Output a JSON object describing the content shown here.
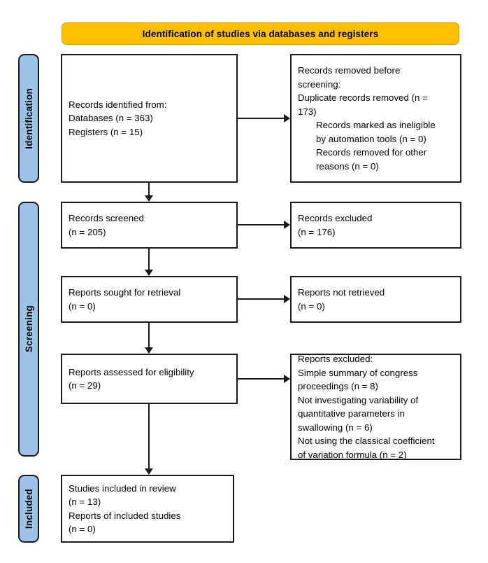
{
  "diagram": {
    "title": "PRISMA flow diagram",
    "colors": {
      "banner": "#FFC000",
      "stage_bar": "#9DC3E6",
      "outline": "#1A1A1A",
      "box_fill": "#FFFFFF"
    }
  },
  "banner": {
    "label": "Identification of studies via databases and registers"
  },
  "stages": [
    {
      "id": "identification",
      "label": "Identification"
    },
    {
      "id": "screening",
      "label": "Screening"
    },
    {
      "id": "included",
      "label": "Included"
    }
  ],
  "boxes": {
    "identified": {
      "lines": [
        "Records identified from:",
        "Databases (n = 363)",
        "Registers (n = 15)"
      ]
    },
    "removed": {
      "lines": [
        "Records removed before",
        "screening:",
        "Duplicate records removed (n =",
        "173)"
      ],
      "indented_lines": [
        "Records marked as ineligible",
        "by automation tools (n = 0)",
        "Records removed for other",
        "reasons (n = 0)"
      ]
    },
    "screened": {
      "lines": [
        "Records screened",
        "(n = 205)"
      ]
    },
    "excluded": {
      "lines": [
        "Records excluded",
        "(n = 176)"
      ]
    },
    "sought": {
      "lines": [
        "Reports sought for retrieval",
        "(n = 0)"
      ]
    },
    "not_retrieved": {
      "lines": [
        "Reports not retrieved",
        "(n = 0)"
      ]
    },
    "assessed": {
      "lines": [
        "Reports assessed for eligibility",
        "(n = 29)"
      ]
    },
    "reports_excluded": {
      "lines": [
        "Reports excluded:",
        "Simple summary of congress",
        "proceedings (n = 8)",
        "Not investigating variability of",
        "quantitative parameters in",
        "swallowing (n = 6)",
        "Not using the classical coefficient",
        "of variation formula (n = 2)"
      ]
    },
    "included": {
      "lines": [
        "Studies included in review",
        "(n = 13)",
        "Reports of included studies",
        "(n = 0)"
      ]
    }
  },
  "counts": {
    "databases": 363,
    "registers": 15,
    "duplicates_removed": 173,
    "marked_ineligible_automation": 0,
    "removed_other_reasons": 0,
    "records_screened": 205,
    "records_excluded": 176,
    "reports_sought": 0,
    "reports_not_retrieved": 0,
    "reports_assessed": 29,
    "excluded_congress_proceedings": 8,
    "excluded_not_variability": 6,
    "excluded_not_classical_cv": 2,
    "studies_included": 13,
    "reports_of_included_studies": 0
  }
}
